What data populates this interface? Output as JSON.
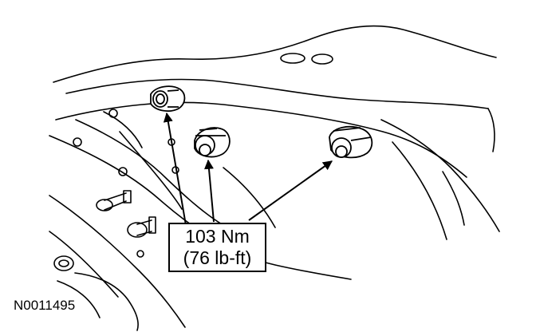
{
  "diagram": {
    "callout": {
      "torque_metric": "103 Nm",
      "torque_imperial": "(76 lb-ft)"
    },
    "figure_id": "N0011495",
    "colors": {
      "ink": "#000000",
      "paper": "#ffffff"
    },
    "icons": [
      "bolt-icon",
      "arrow-icon"
    ]
  }
}
